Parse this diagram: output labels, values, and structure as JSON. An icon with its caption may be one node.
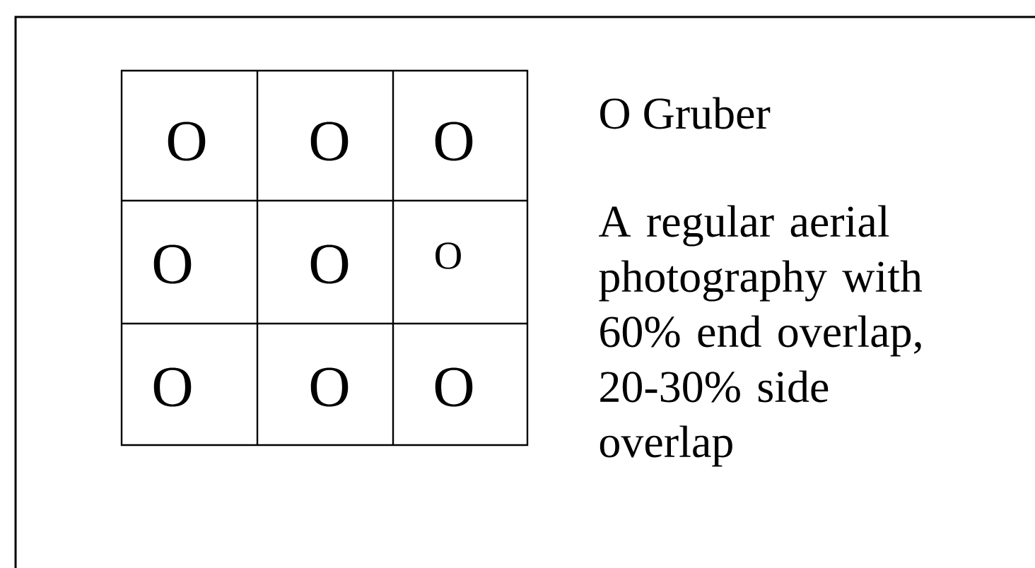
{
  "diagram": {
    "labels": [
      "O",
      "O",
      "O",
      "O",
      "O",
      "O",
      "O",
      "O",
      "O",
      "O Gruber",
      "A regular aerial photography with 60% end overlap, 20-30% side overlap"
    ]
  }
}
